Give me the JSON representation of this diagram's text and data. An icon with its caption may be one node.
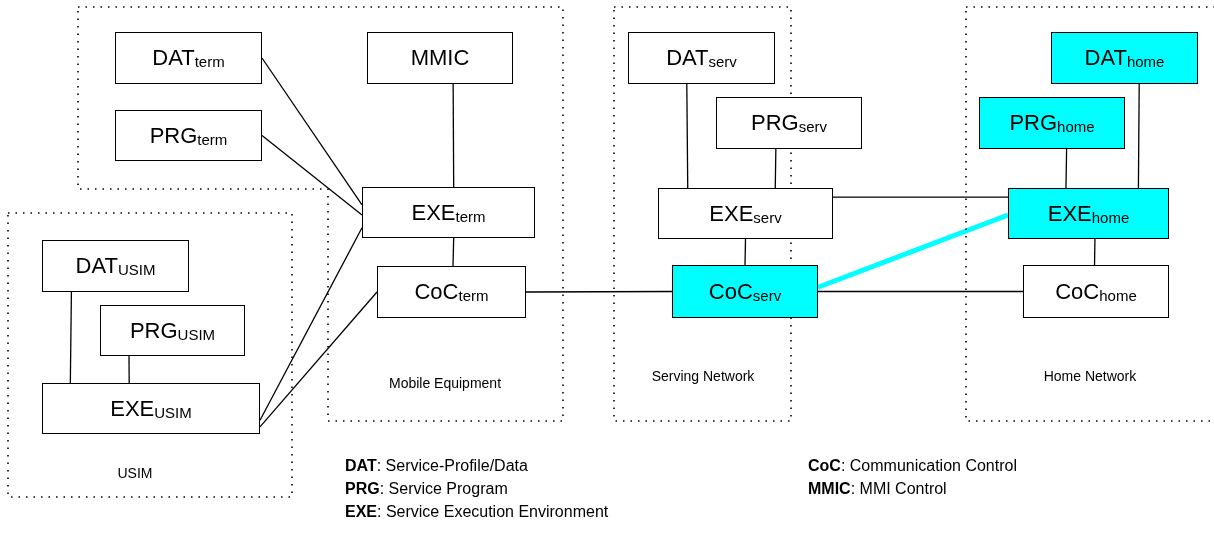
{
  "diagram": {
    "nodes": [
      {
        "text": [
          "Mobile Equipment"
        ]
      },
      {
        "text": [
          "DAT$_{term}$"
        ],
        "in": 0
      },
      {
        "text": [
          "PRG$_{term}$"
        ],
        "in": 0
      },
      {
        "text": [
          "MMIC"
        ],
        "in": 0
      },
      {
        "text": [
          "EXE$_{term}$"
        ],
        "in": 0
      },
      {
        "text": [
          "CoC$_{term}$"
        ],
        "in": 0
      },
      {
        "text": [
          "USIM"
        ]
      },
      {
        "text": [
          "DAT$_{USIM}$"
        ],
        "in": 6
      },
      {
        "text": [
          "PRG$_{USIM}$"
        ],
        "in": 6
      },
      {
        "text": [
          "EXE$_{USIM}$"
        ],
        "in": 6
      },
      {
        "text": [
          "Serving Network"
        ]
      },
      {
        "text": [
          "DAT$_{serv}$"
        ],
        "in": 10
      },
      {
        "text": [
          "PRG$_{serv}$"
        ]
      },
      {
        "text": [
          "EXE$_{serv}$"
        ]
      },
      {
        "text": [
          "CoC$_{serv}$"
        ]
      },
      {
        "text": [
          "Home Network"
        ]
      },
      {
        "text": [
          "DAT$_{home}$"
        ],
        "in": 15
      },
      {
        "text": [
          "PRG$_{home}$"
        ],
        "in": 15
      },
      {
        "text": [
          "EXE$_{home}$"
        ],
        "in": 15
      },
      {
        "text": [
          "CoC$_{home}$"
        ],
        "in": 15
      }
    ],
    "edges": [
      {
        "from": 1,
        "to": 4,
        "arrow": "none"
      },
      {
        "from": 2,
        "to": 4,
        "arrow": "none"
      },
      {
        "from": 3,
        "to": 4,
        "arrow": "none"
      },
      {
        "from": 4,
        "to": 5,
        "arrow": "none"
      },
      {
        "from": 9,
        "to": 4,
        "arrow": "none"
      },
      {
        "from": 9,
        "to": 5,
        "arrow": "none"
      },
      {
        "from": 7,
        "to": 9,
        "arrow": "none"
      },
      {
        "from": 8,
        "to": 9,
        "arrow": "none"
      },
      {
        "from": 5,
        "to": 14,
        "arrow": "none"
      },
      {
        "from": 11,
        "to": 13,
        "arrow": "none"
      },
      {
        "from": 12,
        "to": 13,
        "arrow": "none"
      },
      {
        "from": 13,
        "to": 14,
        "arrow": "none"
      },
      {
        "from": 13,
        "to": 18,
        "arrow": "none"
      },
      {
        "from": 14,
        "to": 18,
        "arrow": "none",
        "style": "thick",
        "color": "#00ffff"
      },
      {
        "from": 14,
        "to": 19,
        "arrow": "none"
      },
      {
        "from": 17,
        "to": 18,
        "arrow": "none"
      },
      {
        "from": 16,
        "to": 18,
        "arrow": "none"
      },
      {
        "from": 18,
        "to": 19,
        "arrow": "none"
      }
    ],
    "labels": [
      "**DAT**: Service-Profile/Data",
      "**CoC**: Communication Control",
      "**PRG**: Service Program",
      "**MMIC**: MMI Control",
      "**EXE**: Service Execution Environment"
    ]
  }
}
